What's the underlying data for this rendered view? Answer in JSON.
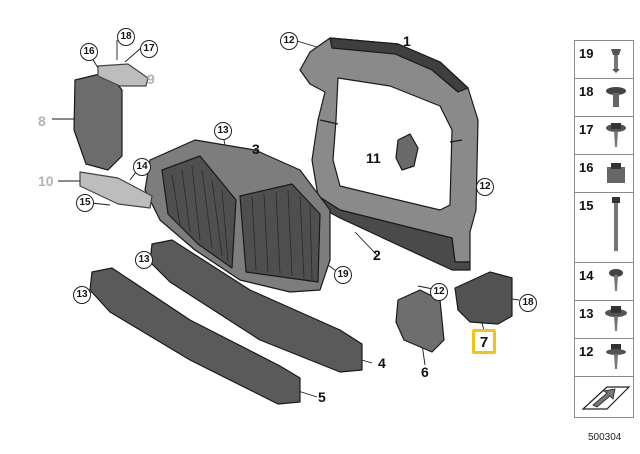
{
  "diagram": {
    "callouts": [
      {
        "id": "c1",
        "label": "1",
        "style": "plain"
      },
      {
        "id": "c2",
        "label": "2",
        "style": "plain"
      },
      {
        "id": "c3",
        "label": "3",
        "style": "plain"
      },
      {
        "id": "c4",
        "label": "4",
        "style": "plain"
      },
      {
        "id": "c5",
        "label": "5",
        "style": "plain"
      },
      {
        "id": "c6",
        "label": "6",
        "style": "plain"
      },
      {
        "id": "c7",
        "label": "7",
        "style": "highlight"
      },
      {
        "id": "c8",
        "label": "8",
        "style": "grey"
      },
      {
        "id": "c9",
        "label": "9",
        "style": "grey"
      },
      {
        "id": "c10",
        "label": "10",
        "style": "grey"
      },
      {
        "id": "c11",
        "label": "11",
        "style": "plain"
      },
      {
        "id": "c12a",
        "label": "12",
        "style": "circle"
      },
      {
        "id": "c12b",
        "label": "12",
        "style": "circle"
      },
      {
        "id": "c12c",
        "label": "12",
        "style": "circle"
      },
      {
        "id": "c13a",
        "label": "13",
        "style": "circle"
      },
      {
        "id": "c13b",
        "label": "13",
        "style": "circle"
      },
      {
        "id": "c13c",
        "label": "13",
        "style": "circle"
      },
      {
        "id": "c14",
        "label": "14",
        "style": "circle"
      },
      {
        "id": "c15",
        "label": "15",
        "style": "circle"
      },
      {
        "id": "c16",
        "label": "16",
        "style": "circle"
      },
      {
        "id": "c17",
        "label": "17",
        "style": "circle"
      },
      {
        "id": "c18a",
        "label": "18",
        "style": "circle"
      },
      {
        "id": "c18b",
        "label": "18",
        "style": "circle"
      },
      {
        "id": "c19",
        "label": "19",
        "style": "circle"
      }
    ],
    "legend": [
      {
        "label": "19",
        "icon": "plastic-clip-icon"
      },
      {
        "label": "18",
        "icon": "expanding-rivet-icon"
      },
      {
        "label": "17",
        "icon": "washer-screw-icon"
      },
      {
        "label": "16",
        "icon": "clip-nut-icon"
      },
      {
        "label": "15",
        "icon": "long-bolt-icon"
      },
      {
        "label": "14",
        "icon": "short-screw-icon"
      },
      {
        "label": "13",
        "icon": "collar-screw-icon"
      },
      {
        "label": "12",
        "icon": "collar-bolt-icon"
      }
    ],
    "legend_symbol": "sheet-arrow-icon",
    "reference_number": "500304"
  }
}
